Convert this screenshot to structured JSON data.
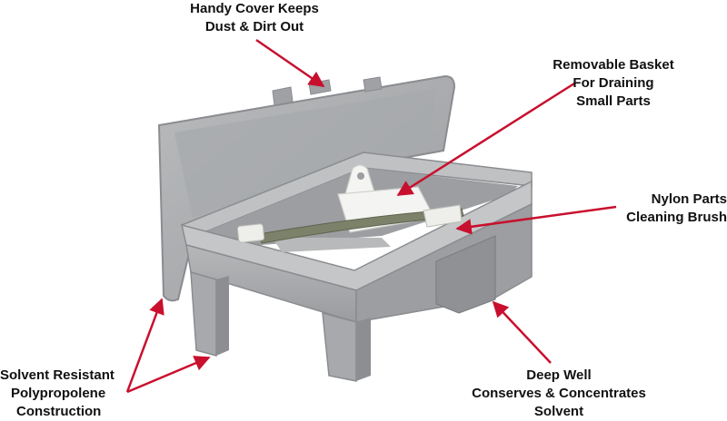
{
  "callouts": {
    "cover": {
      "line1": "Handy Cover Keeps",
      "line2": "Dust & Dirt Out"
    },
    "basket": {
      "line1": "Removable Basket",
      "line2": "For Draining",
      "line3": "Small Parts"
    },
    "brush": {
      "line1": "Nylon Parts",
      "line2": "Cleaning Brush"
    },
    "material": {
      "line1": "Solvent Resistant",
      "line2": "Polypropolene",
      "line3": "Construction"
    },
    "well": {
      "line1": "Deep Well",
      "line2": "Conserves & Concentrates",
      "line3": "Solvent"
    }
  },
  "colors": {
    "tray": "#a9abad",
    "tray_dark": "#8e9093",
    "tray_light": "#c4c6c8",
    "basket": "#f4f4f2",
    "brush_handle": "#7c8169",
    "brush_bristles": "#eeeeea",
    "arrow": "#c8102e",
    "text": "#111111"
  }
}
